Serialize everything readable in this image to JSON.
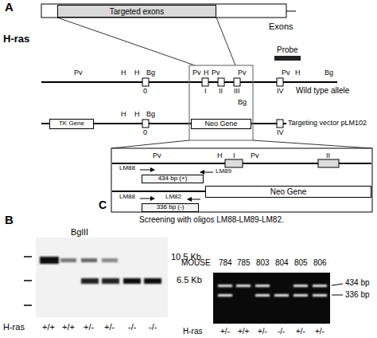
{
  "diagram": {
    "nodes": [
      {
        "text": [
          "Targeted exons"
        ]
      },
      {
        "text": [
          "TK Gene"
        ]
      },
      {
        "text": [
          "Neo Gene"
        ]
      },
      {
        "text": [
          "Neo Gene"
        ]
      },
      {
        "text": [
          "434 bp (+)"
        ]
      },
      {
        "text": [
          "336 bp (-)"
        ]
      }
    ],
    "labels": [
      "A",
      "H-ras",
      "Exons",
      "Probe",
      "Pv",
      "H",
      "H",
      "Bg",
      "Pv",
      "H",
      "Pv",
      "Pv",
      "Pv",
      "H",
      "Bg",
      "0",
      "I",
      "II",
      "III",
      "IV",
      "Bg",
      "Wild type allele",
      "H",
      "H",
      "Bg",
      "0",
      "IV",
      "Targeting vector pLM102",
      "Pv",
      "H",
      "I",
      "Pv",
      "II",
      "LM88",
      "LM89",
      "LM88",
      "LM82",
      "C",
      "Screening with oligos LM88-LM89-LM82.",
      "B",
      "BglII",
      "10.5 Kb",
      "6.5 Kb",
      "H-ras",
      "+/+",
      "+/+",
      "+/-",
      "+/-",
      "-/-",
      "-/-",
      "MOUSE",
      "784",
      "785",
      "803",
      "804",
      "805",
      "806",
      "434 bp",
      "336 bp",
      "H-ras",
      "+/-",
      "+/+",
      "+/-",
      "-/-",
      "+/-",
      "+/-"
    ]
  }
}
